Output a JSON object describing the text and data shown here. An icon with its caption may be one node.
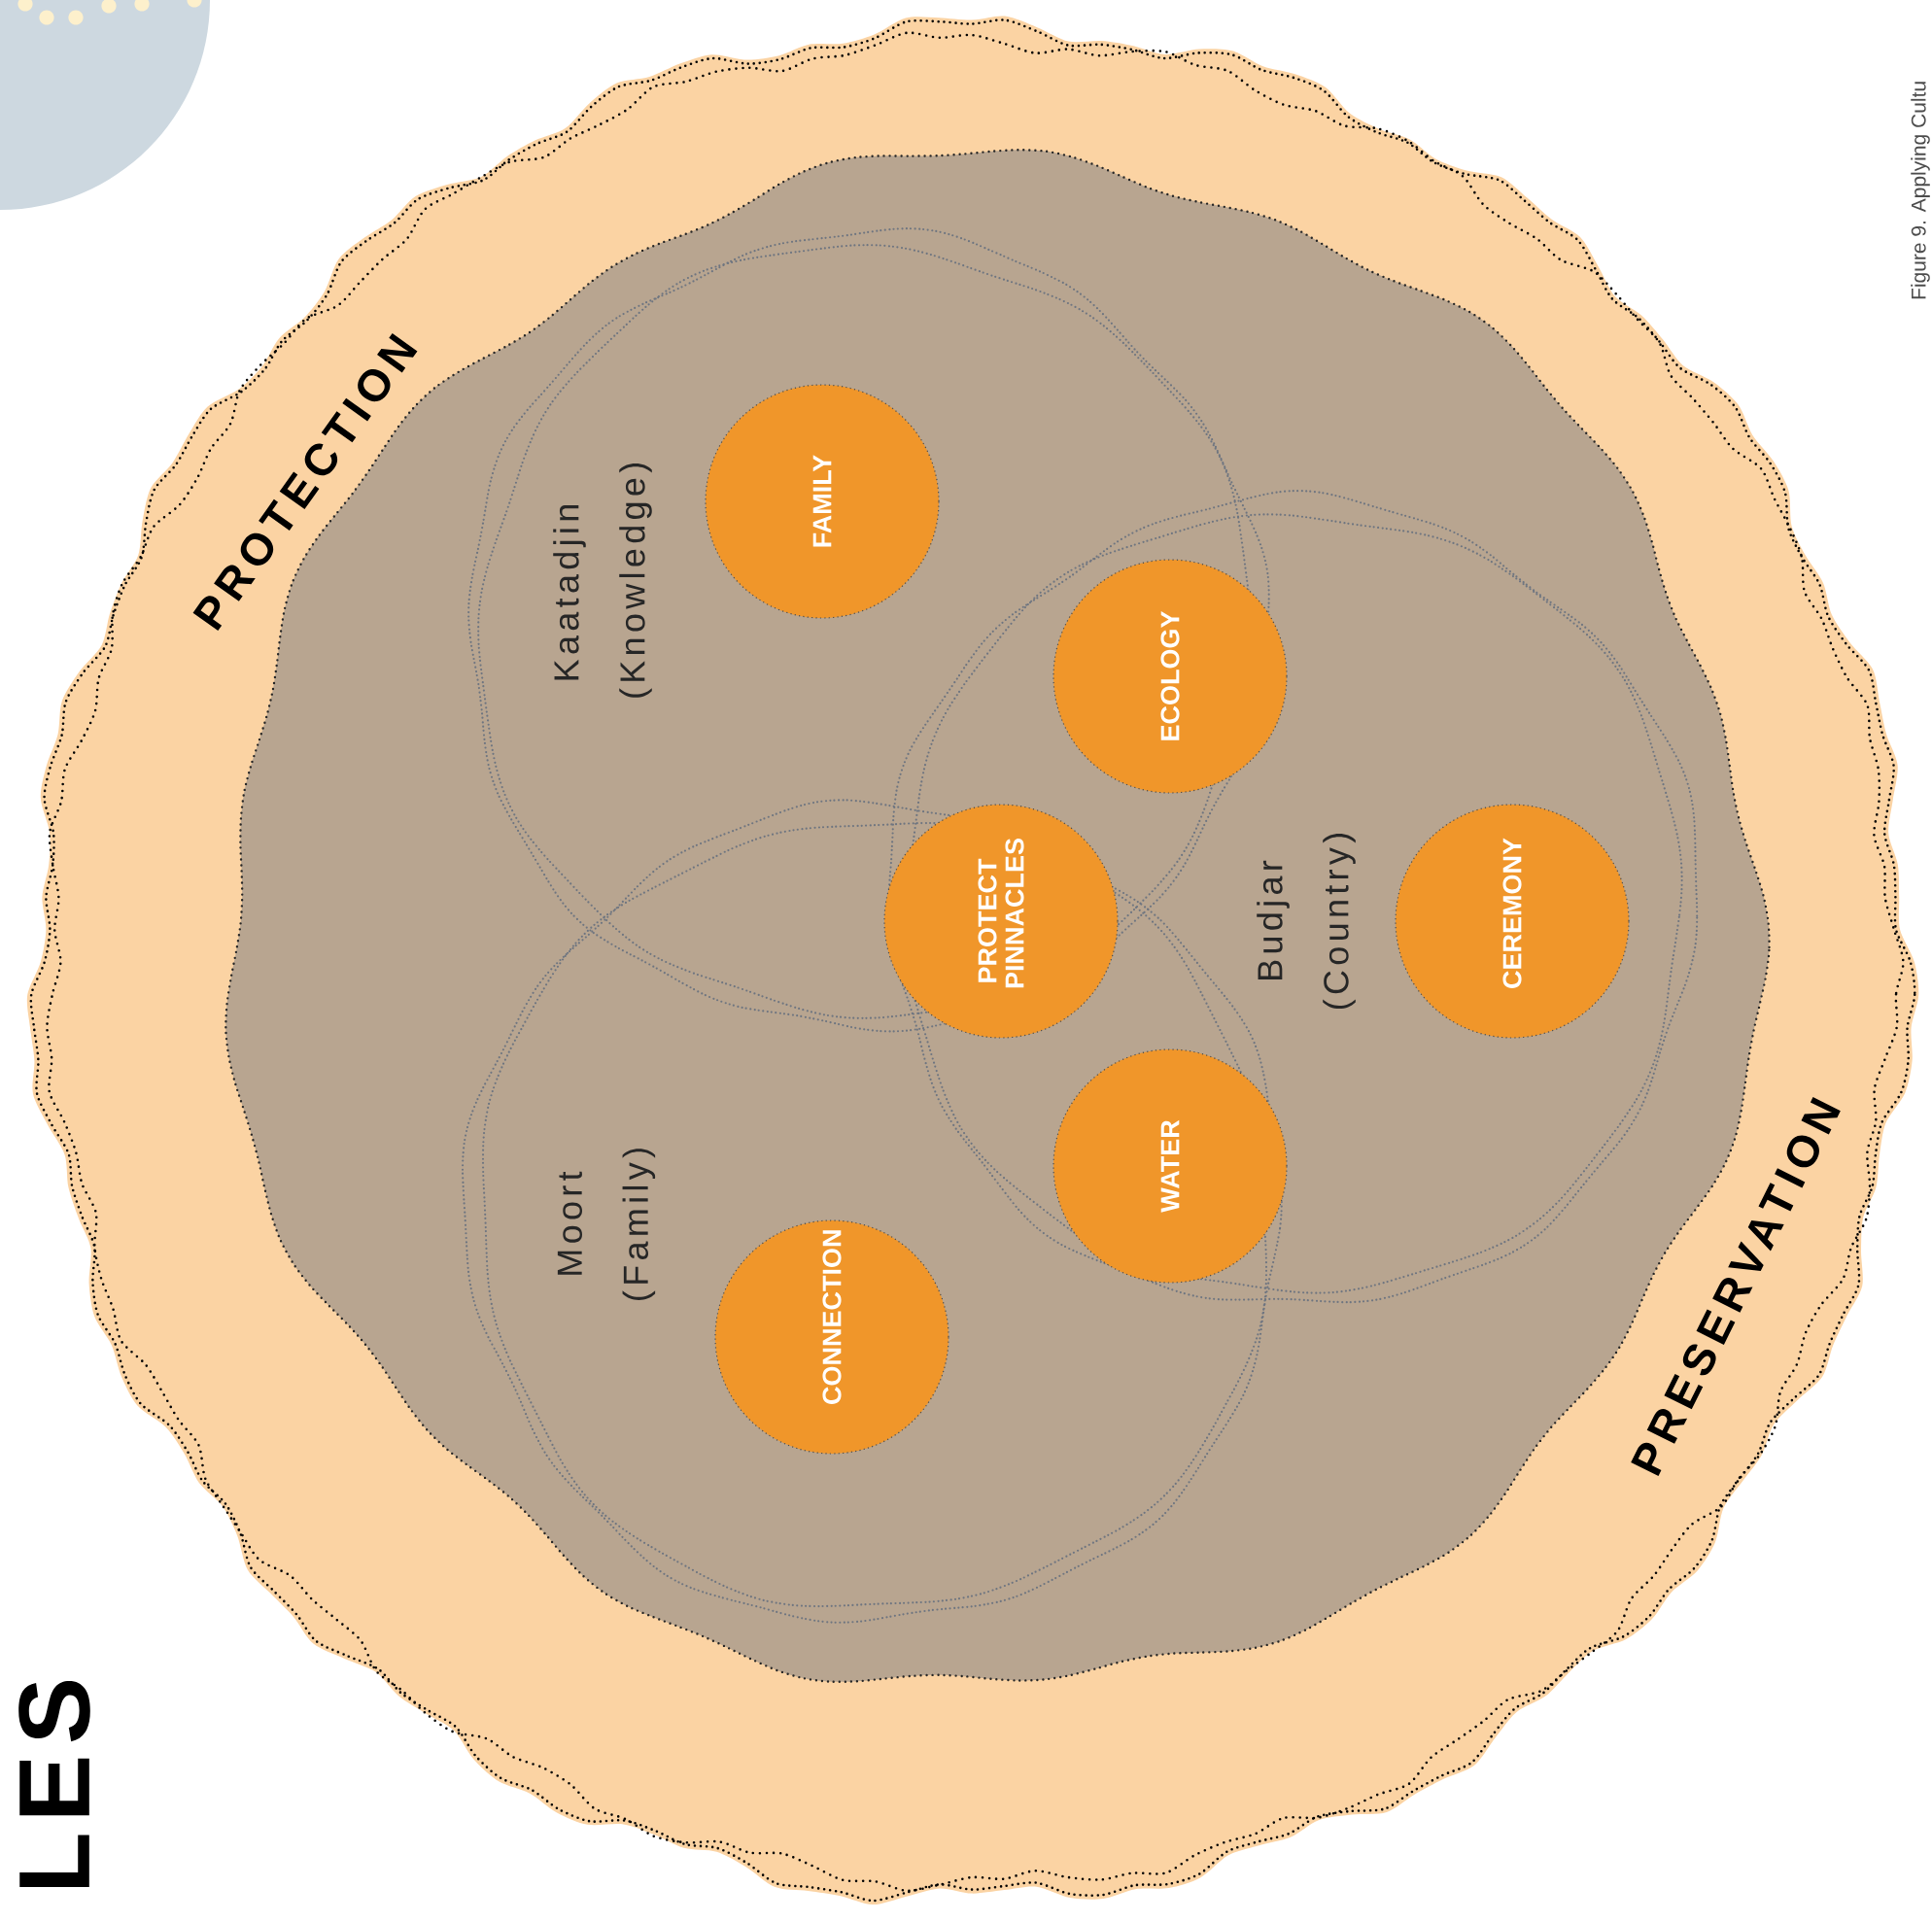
{
  "diagram": {
    "nodes": [
      {
        "text": [
          "PROTECTION",
          "PRESERVATION"
        ]
      },
      {
        "text": [],
        "shape": "circle",
        "in": 0
      },
      {
        "text": [
          "Kaatadjin (Knowledge)"
        ],
        "in": 1
      },
      {
        "text": [
          "Budjar (Country)"
        ],
        "in": 1
      },
      {
        "text": [
          "Moort (Family)"
        ],
        "in": 1
      },
      {
        "text": [
          "FAMILY"
        ],
        "in": 2
      },
      {
        "text": [
          "ECOLOGY"
        ],
        "in": 3
      },
      {
        "text": [
          "PROTECT PINNACLES"
        ]
      },
      {
        "text": [
          "CEREMONY"
        ],
        "in": 3
      },
      {
        "text": [
          "WATER"
        ]
      },
      {
        "text": [
          "CONNECTION"
        ],
        "in": 4
      }
    ],
    "labels": [
      "Figure 9. Applying Cultu",
      "LES"
    ]
  }
}
